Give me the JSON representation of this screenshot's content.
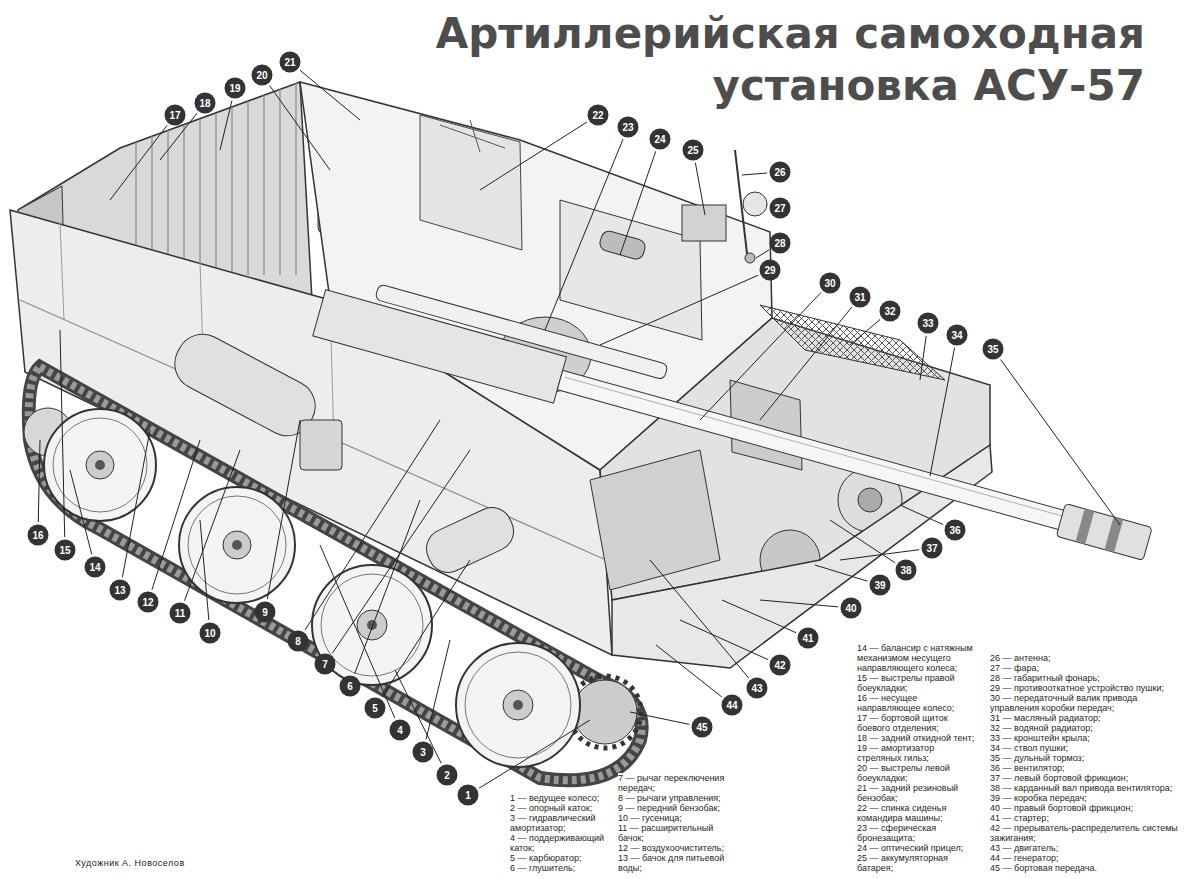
{
  "diagram": {
    "title": "Артиллерийская самоходная установка АСУ-57",
    "nodes": [
      {
        "text": [
          "1"
        ]
      },
      {
        "text": [
          "2"
        ]
      },
      {
        "text": [
          "3"
        ]
      },
      {
        "text": [
          "4"
        ]
      },
      {
        "text": [
          "5"
        ]
      },
      {
        "text": [
          "6"
        ]
      },
      {
        "text": [
          "7"
        ]
      },
      {
        "text": [
          "8"
        ]
      },
      {
        "text": [
          "9"
        ]
      },
      {
        "text": [
          "10"
        ]
      },
      {
        "text": [
          "11"
        ]
      },
      {
        "text": [
          "12"
        ]
      },
      {
        "text": [
          "13"
        ]
      },
      {
        "text": [
          "14"
        ]
      },
      {
        "text": [
          "15"
        ]
      },
      {
        "text": [
          "16"
        ]
      },
      {
        "text": [
          "17"
        ]
      },
      {
        "text": [
          "18"
        ]
      },
      {
        "text": [
          "19"
        ]
      },
      {
        "text": [
          "20"
        ]
      },
      {
        "text": [
          "21"
        ]
      },
      {
        "text": [
          "22"
        ]
      },
      {
        "text": [
          "23"
        ]
      },
      {
        "text": [
          "24"
        ]
      },
      {
        "text": [
          "25"
        ]
      },
      {
        "text": [
          "26"
        ]
      },
      {
        "text": [
          "27"
        ]
      },
      {
        "text": [
          "28"
        ]
      },
      {
        "text": [
          "29"
        ]
      },
      {
        "text": [
          "30"
        ]
      },
      {
        "text": [
          "31"
        ]
      },
      {
        "text": [
          "32"
        ]
      },
      {
        "text": [
          "33"
        ]
      },
      {
        "text": [
          "34"
        ]
      },
      {
        "text": [
          "35"
        ]
      },
      {
        "text": [
          "36"
        ]
      },
      {
        "text": [
          "37"
        ]
      },
      {
        "text": [
          "38"
        ]
      },
      {
        "text": [
          "39"
        ]
      },
      {
        "text": [
          "40"
        ]
      },
      {
        "text": [
          "41"
        ]
      },
      {
        "text": [
          "42"
        ]
      },
      {
        "text": [
          "43"
        ]
      },
      {
        "text": [
          "44"
        ]
      },
      {
        "text": [
          "45"
        ]
      }
    ],
    "labels": [
      "1 — ведущее колесо;",
      "2 — опорный каток;",
      "3 — гидравлический амортизатор;",
      "4 — поддерживающий каток;",
      "5 — карбюратор;",
      "6 — глушитель;",
      "7 — рычаг переключения передач;",
      "8 — рычаги управления;",
      "9 — передний бензобак;",
      "10 — гусеница;",
      "11 — расширительный бачок;",
      "12 — воздухоочиститель;",
      "13 — бачок для питьевой воды;",
      "14 — балансир с натяжным механизмом несущего направляющего колеса;",
      "15 — выстрелы правой боеукладки;",
      "16 — несущее направляющее колесо;",
      "17 — бортовой щиток боевого отделения;",
      "18 — задний откидной тент;",
      "19 — амортизатор стреляных гильз;",
      "20 — выстрелы левой боеукладки;",
      "21 — задний резиновый бензобак;",
      "22 — спинка сиденья командира машины;",
      "23 — сферическая бронезащита;",
      "24 — оптический прицел;",
      "25 — аккумуляторная батарея;",
      "26 — антенна;",
      "27 — фара;",
      "28 — габаритный фонарь;",
      "29 — противооткатное устройство пушки;",
      "30 — передаточный валик привода управления коробки передач;",
      "31 — масляный радиатор;",
      "32 — водяной радиатор;",
      "33 — кронштейн крыла;",
      "34 — ствол пушки;",
      "35 — дульный тормоз;",
      "36 — вентилятор;",
      "37 — левый бортовой фрикцион;",
      "38 — карданный вал привода вентилятора;",
      "39 — коробка передач;",
      "40 — правый бортовой фрикцион;",
      "41 — стартер;",
      "42 — прерыватель-распределитель системы зажигания;",
      "43 — двигатель;",
      "44 — генератор;",
      "45 — бортовая передача.",
      "Художник А. Новоселов"
    ]
  }
}
